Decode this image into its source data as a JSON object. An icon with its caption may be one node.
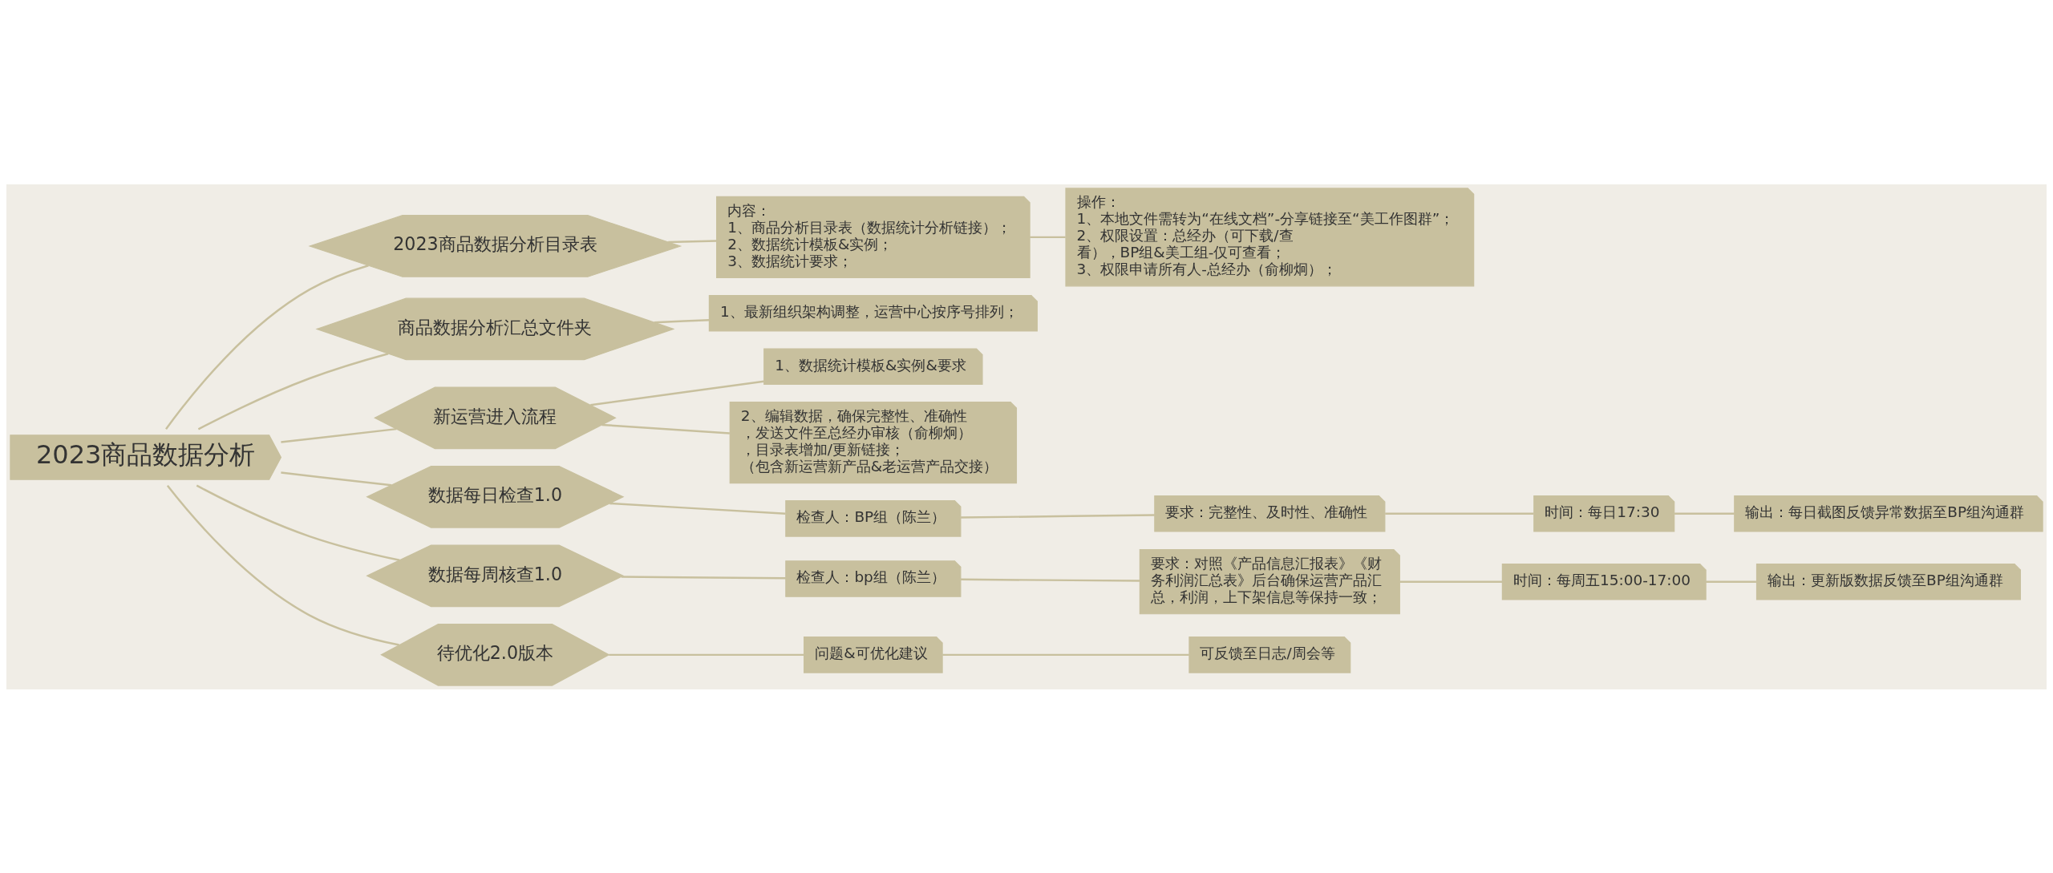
{
  "diagram": {
    "nodes": [
      {
        "text": [
          "2023商品数据分析"
        ]
      },
      {
        "text": [
          "2023商品数据分析目录表"
        ]
      },
      {
        "text": [
          "内容：",
          "1、商品分析目录表（数据统计分析链接）；",
          "2、数据统计模板&实例；",
          "3、数据统计要求；"
        ]
      },
      {
        "text": [
          "操作：",
          "1、本地文件需转为“在线文档”-分享链接至“美工作图群”；",
          "2、权限设置：总经办（可下载/查看），BP组&美工组-仅可查看；",
          "3、权限申请所有人-总经办（俞柳炯）；"
        ]
      },
      {
        "text": [
          "商品数据分析汇总文件夹"
        ]
      },
      {
        "text": [
          "1、最新组织架构调整，运营中心按序号排列；"
        ]
      },
      {
        "text": [
          "新运营进入流程"
        ]
      },
      {
        "text": [
          "1、数据统计模板&实例&要求"
        ]
      },
      {
        "text": [
          "2、编辑数据，确保完整性、准确性，发送文件至总经办审核（俞柳炯），目录表增加/更新链接；",
          "（包含新运营新产品&老运营产品交接）"
        ]
      },
      {
        "text": [
          "数据每日检查1.0"
        ]
      },
      {
        "text": [
          "检查人：BP组（陈兰）"
        ]
      },
      {
        "text": [
          "要求：完整性、及时性、准确性"
        ]
      },
      {
        "text": [
          "时间：每日17:30"
        ]
      },
      {
        "text": [
          "输出：每日截图反馈异常数据至BP组沟通群"
        ]
      },
      {
        "text": [
          "数据每周核查1.0"
        ]
      },
      {
        "text": [
          "检查人：bp组（陈兰）"
        ]
      },
      {
        "text": [
          "要求：对照《产品信息汇报表》《财务利润汇总表》后台确保运营产品汇总，利润，上下架信息等保持一致；"
        ]
      },
      {
        "text": [
          "时间：每周五15:00-17:00"
        ]
      },
      {
        "text": [
          "输出：更新版数据反馈至BP组沟通群"
        ]
      },
      {
        "text": [
          "待优化2.0版本"
        ]
      },
      {
        "text": [
          "问题&可优化建议"
        ]
      },
      {
        "text": [
          "可反馈至日志/周会等"
        ]
      }
    ],
    "edges": [
      {
        "from": 0,
        "to": 1,
        "arrow": "none"
      },
      {
        "from": 1,
        "to": 2,
        "arrow": "none"
      },
      {
        "from": 2,
        "to": 3,
        "arrow": "none"
      },
      {
        "from": 0,
        "to": 4,
        "arrow": "none"
      },
      {
        "from": 4,
        "to": 5,
        "arrow": "none"
      },
      {
        "from": 0,
        "to": 6,
        "arrow": "none"
      },
      {
        "from": 6,
        "to": 7,
        "arrow": "none"
      },
      {
        "from": 6,
        "to": 8,
        "arrow": "none"
      },
      {
        "from": 0,
        "to": 9,
        "arrow": "none"
      },
      {
        "from": 9,
        "to": 10,
        "arrow": "none"
      },
      {
        "from": 10,
        "to": 11,
        "arrow": "none"
      },
      {
        "from": 11,
        "to": 12,
        "arrow": "none"
      },
      {
        "from": 12,
        "to": 13,
        "arrow": "none"
      },
      {
        "from": 0,
        "to": 14,
        "arrow": "none"
      },
      {
        "from": 14,
        "to": 15,
        "arrow": "none"
      },
      {
        "from": 15,
        "to": 16,
        "arrow": "none"
      },
      {
        "from": 16,
        "to": 17,
        "arrow": "none"
      },
      {
        "from": 17,
        "to": 18,
        "arrow": "none"
      },
      {
        "from": 0,
        "to": 19,
        "arrow": "none"
      },
      {
        "from": 19,
        "to": 20,
        "arrow": "none"
      },
      {
        "from": 20,
        "to": 21,
        "arrow": "none"
      }
    ]
  }
}
